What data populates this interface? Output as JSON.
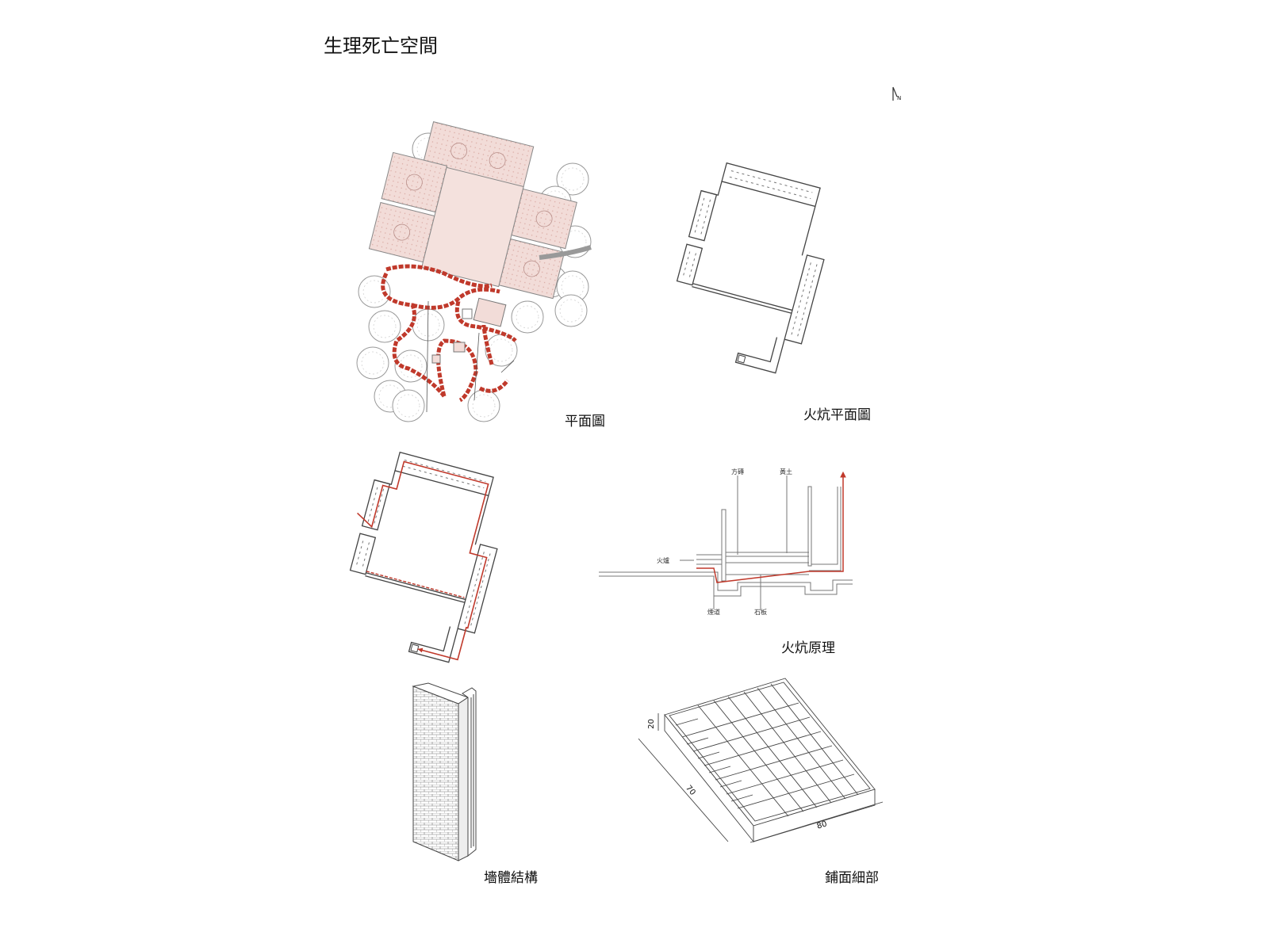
{
  "title": "生理死亡空間",
  "north": "N",
  "captions": {
    "site_plan": "平面圖",
    "kang_plan": "火炕平面圖",
    "kang_principle": "火炕原理",
    "wall_structure": "墻體結構",
    "paving_detail": "鋪面細部"
  },
  "section_labels": {
    "square_brick": "方磚",
    "loess": "黃土",
    "stove": "火爐",
    "flue": "煙道",
    "slate": "石板"
  },
  "paving_dims": {
    "height": "20",
    "depth": "70",
    "width": "80"
  },
  "colors": {
    "accent_red": "#c0392b",
    "roof_pink": "#f2dcd8",
    "line": "#555555"
  }
}
